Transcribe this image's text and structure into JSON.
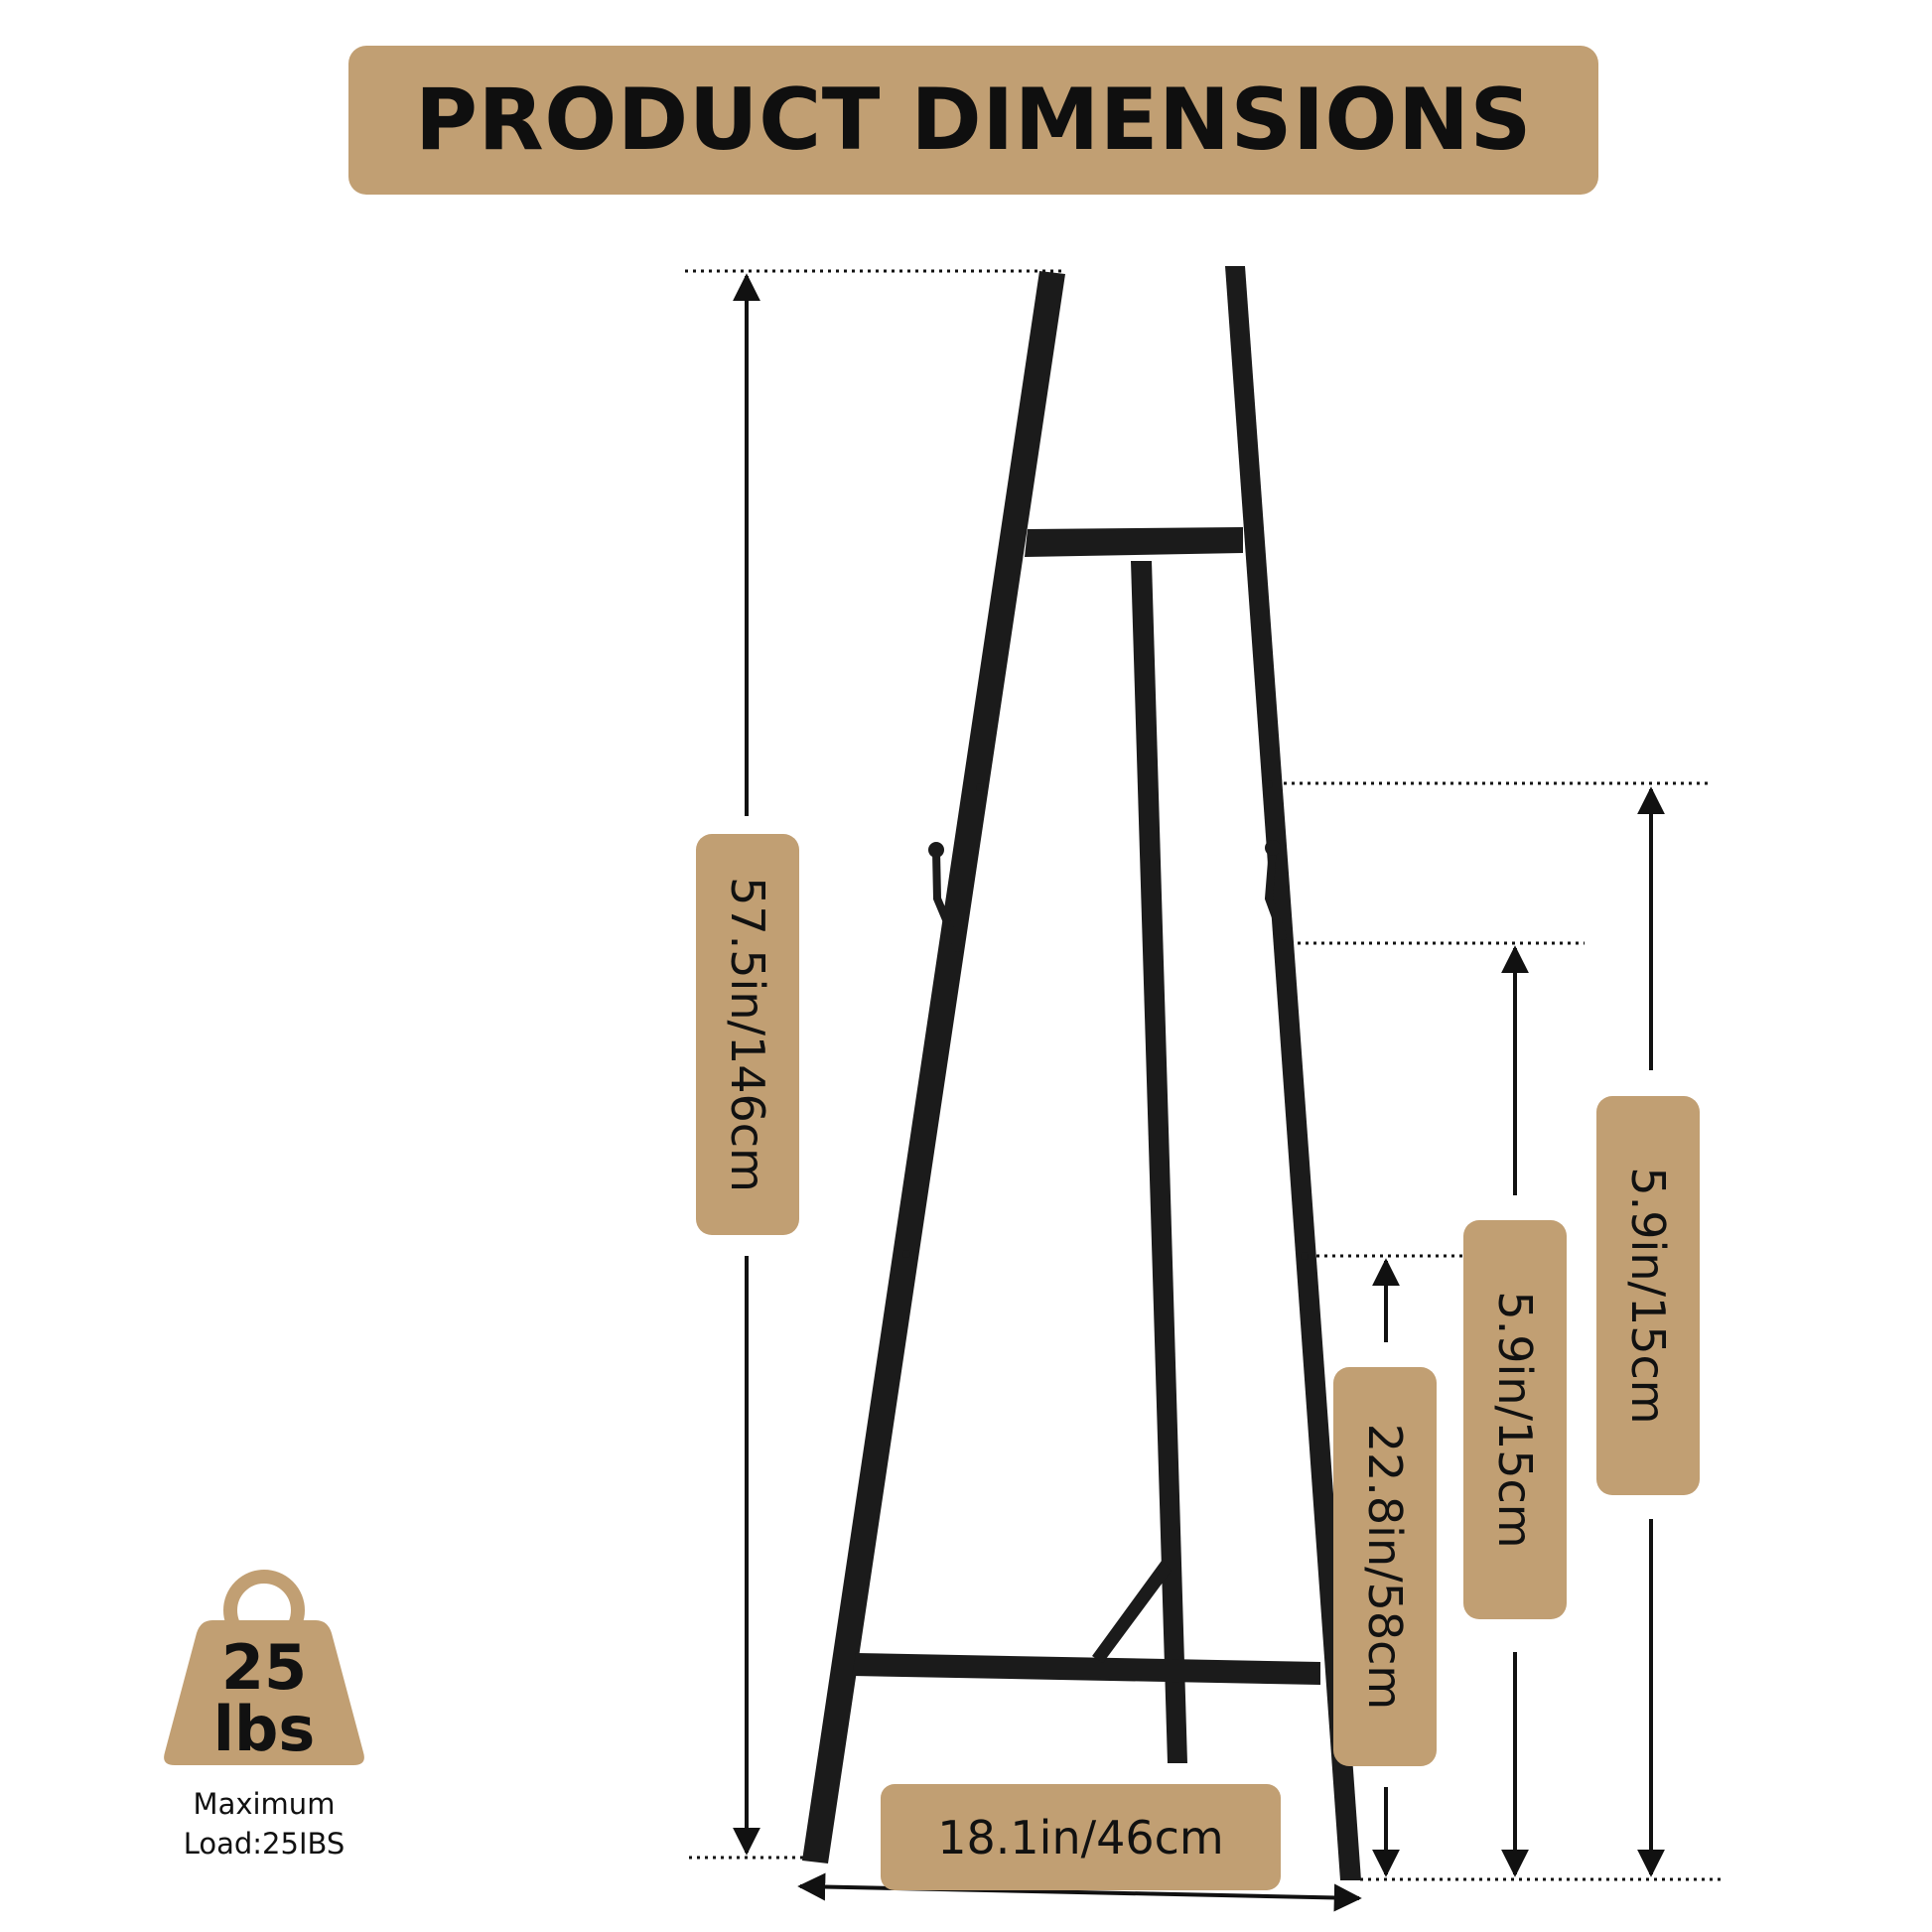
{
  "title": "PRODUCT DIMENSIONS",
  "colors": {
    "accent": "#c19f73",
    "frame": "#1b1b1b",
    "text": "#111111"
  },
  "dimensions": {
    "total_height": "57.5in/146cm",
    "upper_span": "5.9in/15cm",
    "middle_span": "5.9in/15cm",
    "tray_height": "22.8in/58cm",
    "base_width": "18.1in/46cm"
  },
  "load": {
    "icon": "weight-icon",
    "value": "25",
    "unit": "lbs",
    "caption_line1": "Maximum",
    "caption_line2": "Load:25IBS"
  }
}
